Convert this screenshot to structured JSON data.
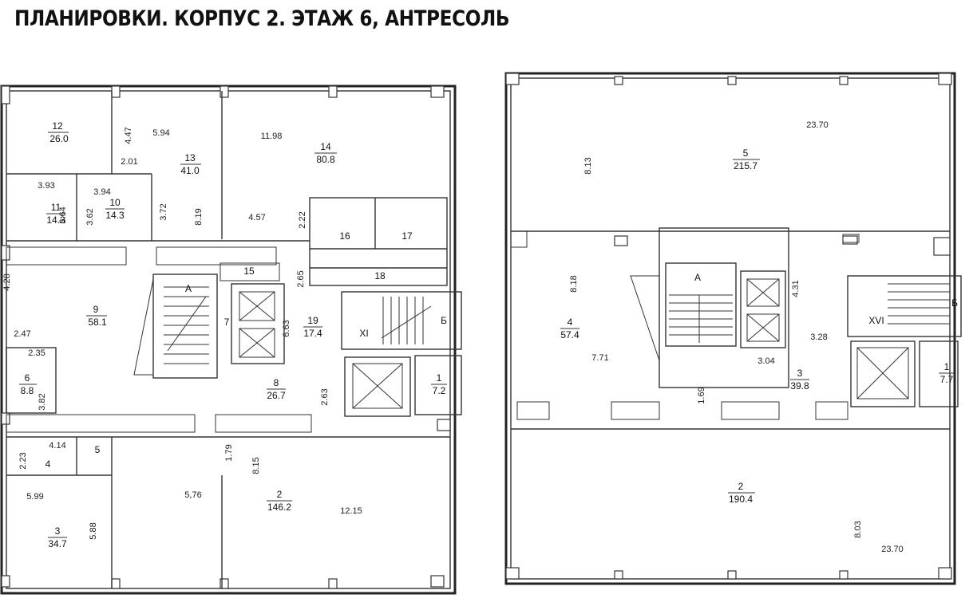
{
  "title": "ПЛАНИРОВКИ. КОРПУС 2. ЭТАЖ 6, АНТРЕСОЛЬ",
  "floor6": {
    "rooms": [
      {
        "num": "12",
        "area": "26.0"
      },
      {
        "num": "13",
        "area": "41.0"
      },
      {
        "num": "14",
        "area": "80.8"
      },
      {
        "num": "11",
        "area": "14.3"
      },
      {
        "num": "10",
        "area": "14.3"
      },
      {
        "num": "9",
        "area": "58.1"
      },
      {
        "num": "19",
        "area": "17.4"
      },
      {
        "num": "8",
        "area": "26.7"
      },
      {
        "num": "6",
        "area": "8.8"
      },
      {
        "num": "3",
        "area": "34.7"
      },
      {
        "num": "2",
        "area": "146.2"
      },
      {
        "num": "1",
        "area": "7.2"
      }
    ],
    "labels": [
      "16",
      "17",
      "18",
      "15",
      "7",
      "4",
      "5",
      "А",
      "Б",
      "XI"
    ],
    "dims": [
      "4.47",
      "5.94",
      "11.98",
      "2.01",
      "3.93",
      "3.94",
      "3.64",
      "3.62",
      "3.72",
      "8.19",
      "4.57",
      "2.22",
      "2.65",
      "4.28",
      "2.47",
      "2.35",
      "3.82",
      "6.63",
      "2.63",
      "4.14",
      "2.23",
      "1.79",
      "8.15",
      "5,76",
      "12.15",
      "5.99",
      "5.88"
    ]
  },
  "mezzanine": {
    "rooms": [
      {
        "num": "5",
        "area": "215.7"
      },
      {
        "num": "4",
        "area": "57.4"
      },
      {
        "num": "3",
        "area": "39.8"
      },
      {
        "num": "1",
        "area": "7.7"
      },
      {
        "num": "2",
        "area": "190.4"
      }
    ],
    "labels": [
      "А",
      "Б",
      "XVI"
    ],
    "dims": [
      "23.70",
      "8.13",
      "8.18",
      "7.71",
      "1.69",
      "4.31",
      "3.28",
      "3.04",
      "8.03",
      "23.70"
    ]
  }
}
